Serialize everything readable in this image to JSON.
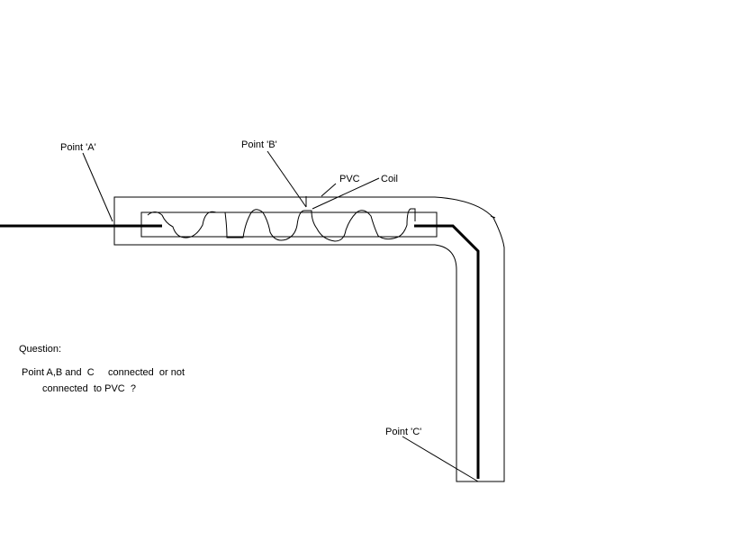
{
  "labels": {
    "point_a": "Point 'A'",
    "point_b": "Point 'B'",
    "point_c": "Point 'C'",
    "pvc": "PVC",
    "coil": "Coil"
  },
  "question": {
    "heading": "Question:",
    "line1": "Point A,B and  C     connected  or not",
    "line2": "connected  to PVC  ?"
  },
  "colors": {
    "stroke": "#000000",
    "background": "#ffffff"
  }
}
